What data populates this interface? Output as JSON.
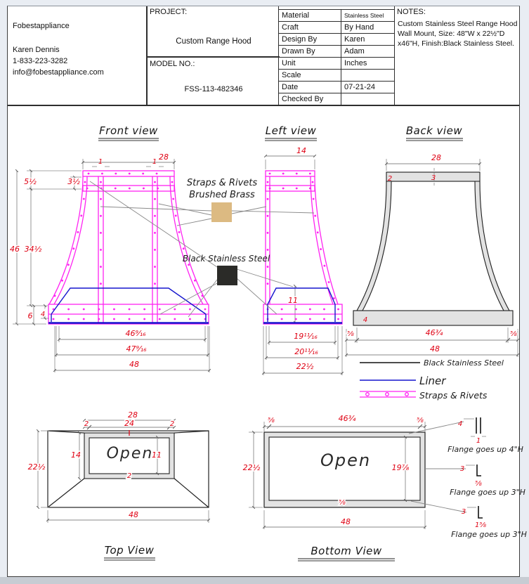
{
  "title_block": {
    "company": "Fobestappliance",
    "contact": "Karen Dennis",
    "phone": "1-833-223-3282",
    "email": "info@fobestappliance.com",
    "project_label": "PROJECT:",
    "project_value": "Custom Range Hood",
    "model_label": "MODEL NO.:",
    "model_value": "FSS-113-482346",
    "spec_rows": [
      {
        "label": "Material",
        "value": "Stainless Steel"
      },
      {
        "label": "Craft",
        "value": "By Hand"
      },
      {
        "label": "Design By",
        "value": "Karen"
      },
      {
        "label": "Drawn By",
        "value": "Adam"
      },
      {
        "label": "Unit",
        "value": "Inches"
      },
      {
        "label": "Scale",
        "value": ""
      },
      {
        "label": "Date",
        "value": "07-21-24"
      },
      {
        "label": "Checked By",
        "value": ""
      }
    ],
    "notes_label": "NOTES:",
    "notes": "Custom Stainless Steel Range Hood Wall Mount, Size: 48\"W x 22½\"D x46\"H, Finish:Black Stainless Steel."
  },
  "views": {
    "front": {
      "title": "Front view",
      "dims": {
        "width_top": "28",
        "strap_left": "1",
        "strap_right": "1",
        "top_height": "5½",
        "band_height": "3½",
        "total_height": "46",
        "body_height": "34½",
        "skirt_height": "6",
        "strap_band_height": "4",
        "width_inner": "46⁹⁄₁₆",
        "width_mid": "47⁹⁄₁₆",
        "width_outer": "48"
      }
    },
    "left": {
      "title": "Left view",
      "dims": {
        "depth_top": "14",
        "liner_height": "11",
        "depth_inner": "19¹¹⁄₁₆",
        "depth_mid": "20¹¹⁄₁₆",
        "depth_outer": "22½"
      }
    },
    "back": {
      "title": "Back view",
      "dims": {
        "width_top": "28",
        "corner": "2",
        "band": "3",
        "skirt": "4",
        "flange_left": "⅝",
        "width_inner": "46¾",
        "flange_right": "⅝",
        "width_outer": "48"
      }
    },
    "top": {
      "title": "Top View",
      "open_label": "Open",
      "dims": {
        "vent_width": "28",
        "vent_offset_left": "2",
        "vent_inner_width": "24",
        "vent_offset_right": "2",
        "vent_depth": "14",
        "vent_inner_depth": "11",
        "lip": "2",
        "depth": "22½",
        "width": "48"
      }
    },
    "bottom": {
      "title": "Bottom View",
      "open_label": "Open",
      "dims": {
        "flange_left": "⅝",
        "opening_width": "46¾",
        "flange_right": "⅝",
        "depth": "22½",
        "opening_depth": "19⁷⁄₈",
        "flange_bottom": "⅝",
        "width": "48"
      }
    }
  },
  "legend": {
    "steel": "Black Stainless Steel",
    "liner": "Liner",
    "straps": "Straps & Rivets"
  },
  "callouts": {
    "straps_line1": "Straps & Rivets",
    "straps_line2": "Brushed Brass",
    "steel": "Black Stainless Steel"
  },
  "flanges": [
    {
      "width": "4",
      "base": "1",
      "note": "Flange goes up 4\"H"
    },
    {
      "width": "3",
      "base": "⅝",
      "note": "Flange goes up 3\"H"
    },
    {
      "width": "3",
      "base": "1⅝",
      "note": "Flange goes up 3\"H"
    }
  ],
  "colors": {
    "strap_magenta": "#ff22f2",
    "liner_blue": "#1515cd",
    "dim_red": "#df0012",
    "brushed_brass": "#dcba82",
    "black_steel": "#2b2b28",
    "steel_gray": "#e2e2e2"
  }
}
